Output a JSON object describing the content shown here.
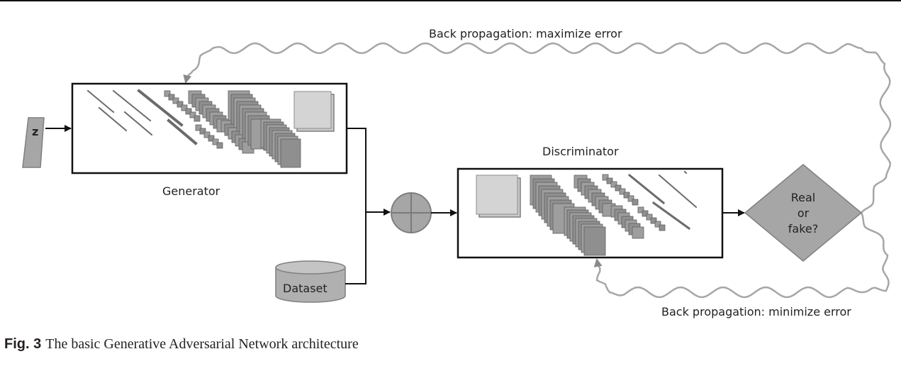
{
  "diagram": {
    "top_feedback_label": "Back propagation: maximize error",
    "bottom_feedback_label": "Back propagation: minimize error",
    "noise_label": "z",
    "generator_label": "Generator",
    "discriminator_label": "Discriminator",
    "dataset_label": "Dataset",
    "decision_lines": [
      "Real",
      "or",
      "fake?"
    ],
    "colors": {
      "shape_fill": "#a6a6a6",
      "shape_stroke": "#7f7f7f",
      "wave": "#a6a6a6",
      "ink": "#111111"
    }
  },
  "caption": {
    "number": "Fig. 3",
    "text": "The basic Generative Adversarial Network architecture"
  }
}
